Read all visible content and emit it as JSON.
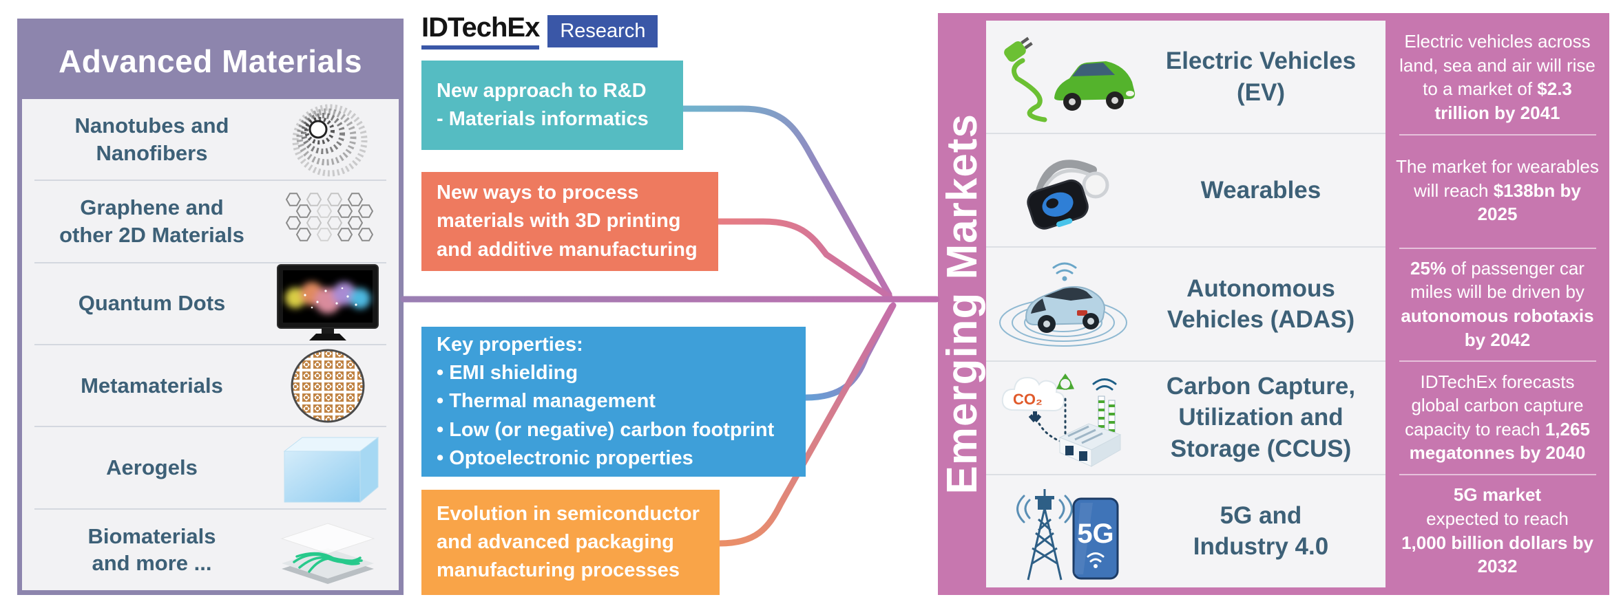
{
  "colors": {
    "purple": "#8d85ad",
    "panel_bg": "#f2f2f4",
    "slate": "#3d6077",
    "teal": "#55bcc2",
    "salmon": "#ee7a5f",
    "blue": "#3e9fd9",
    "amber": "#f9a448",
    "pink": "#c777af",
    "logo_blue": "#3a57a7",
    "line_pink": "#c06fae"
  },
  "logo": {
    "brand": "IDTechEx",
    "division": "Research"
  },
  "left_panel": {
    "title": "Advanced Materials",
    "items": [
      {
        "lines": [
          "Nanotubes and",
          "Nanofibers"
        ],
        "icon": "nanotube-mesh-cone"
      },
      {
        "lines": [
          "Graphene and",
          "other 2D Materials"
        ],
        "icon": "hexagon-lattice"
      },
      {
        "lines": [
          "Quantum Dots"
        ],
        "icon": "tv-with-colorful-quantum-dots"
      },
      {
        "lines": [
          "Metamaterials"
        ],
        "icon": "patterned-metamaterial-disc"
      },
      {
        "lines": [
          "Aerogels"
        ],
        "icon": "light-blue-aerogel-block"
      },
      {
        "lines": [
          "Biomaterials",
          "and more ..."
        ],
        "icon": "green-fiber-scaffold-plate"
      }
    ]
  },
  "middle": {
    "boxes": [
      {
        "color_key": "teal",
        "lines": [
          "New approach to R&D",
          "- Materials informatics"
        ]
      },
      {
        "color_key": "salmon",
        "lines": [
          "New ways to process",
          "materials with 3D printing",
          "and additive manufacturing"
        ]
      },
      {
        "color_key": "blue",
        "lines": [
          "Key properties:",
          "• EMI shielding",
          "• Thermal management",
          "• Low (or negative) carbon footprint",
          "• Optoelectronic properties"
        ]
      },
      {
        "color_key": "amber",
        "lines": [
          "Evolution in semiconductor",
          "and advanced packaging",
          "manufacturing processes"
        ]
      }
    ]
  },
  "right_panel": {
    "title": "Emerging Markets",
    "markets": [
      {
        "lines": [
          "Electric Vehicles",
          "(EV)"
        ],
        "icon": "green-ev-car-with-charging-plug"
      },
      {
        "lines": [
          "Wearables"
        ],
        "icon": "vr-headset-and-headphones"
      },
      {
        "lines": [
          "Autonomous",
          "Vehicles (ADAS)"
        ],
        "icon": "car-with-radar-rings"
      },
      {
        "lines": [
          "Carbon Capture,",
          "Utilization and",
          "Storage (CCUS)"
        ],
        "icon": "co2-cloud-and-factory"
      },
      {
        "lines": [
          "5G and",
          "Industry 4.0"
        ],
        "icon": "radio-tower-and-5g-phone"
      }
    ],
    "stats": [
      {
        "parts": [
          {
            "t": "Electric vehicles across land, sea and air will rise to a market of "
          },
          {
            "t": "$2.3 trillion by 2041",
            "b": true
          }
        ]
      },
      {
        "parts": [
          {
            "t": "The market for wearables will reach "
          },
          {
            "t": "$138bn by 2025",
            "b": true
          }
        ]
      },
      {
        "parts": [
          {
            "t": "25%",
            "b": true
          },
          {
            "t": " of passenger car miles will be driven by "
          },
          {
            "t": "autonomous robotaxis by 2042",
            "b": true
          }
        ]
      },
      {
        "parts": [
          {
            "t": "IDTechEx forecasts global carbon capture capacity to reach "
          },
          {
            "t": "1,265 megatonnes by 2040",
            "b": true
          }
        ]
      },
      {
        "parts": [
          {
            "t": "5G market",
            "b": true
          },
          {
            "t": "expected to reach"
          },
          {
            "t": "1,000 billion dollars by 2032",
            "b": true
          }
        ]
      }
    ]
  },
  "icon_labels": {
    "fiveg": "5G",
    "co2": "CO₂"
  }
}
